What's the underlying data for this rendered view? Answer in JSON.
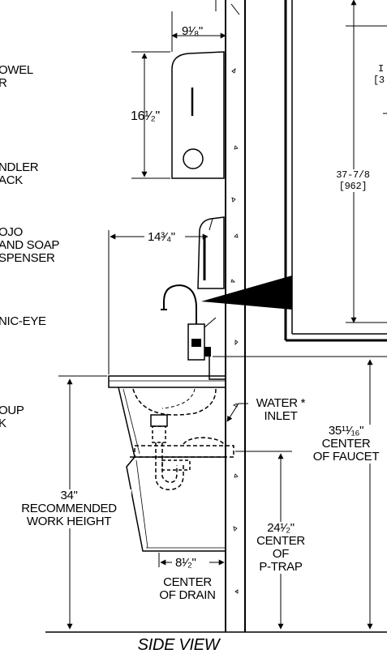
{
  "labels": {
    "towel": [
      "OWEL",
      "R"
    ],
    "cradle": [
      "NDLER",
      "ACK"
    ],
    "soap": [
      "OJO",
      "AND SOAP",
      "SPENSER"
    ],
    "eye": [
      "NIC-EYE"
    ],
    "group": [
      "OUP",
      "K"
    ],
    "water": [
      "WATER *",
      "INLET"
    ],
    "faucet": [
      "35¹¹⁄₁₆\"",
      "CENTER",
      "OF FAUCET"
    ],
    "work": [
      "34\"",
      "RECOMMENDED",
      "WORK HEIGHT"
    ],
    "ptrap": [
      "24¹⁄₂\"",
      "CENTER",
      "OF",
      "P-TRAP"
    ],
    "drain": [
      "CENTER",
      "OF DRAIN"
    ]
  },
  "dims": {
    "top_width": "9¹⁄₈\"",
    "towel_height": "16¹⁄₂\"",
    "reach": "14³⁄₄\"",
    "drain_offset": "8¹⁄₂\"",
    "mirror_a": "37-7/8",
    "mirror_b": "[962]",
    "mirror_top_a": "I",
    "mirror_top_b": "[3"
  },
  "title": "SIDE VIEW"
}
